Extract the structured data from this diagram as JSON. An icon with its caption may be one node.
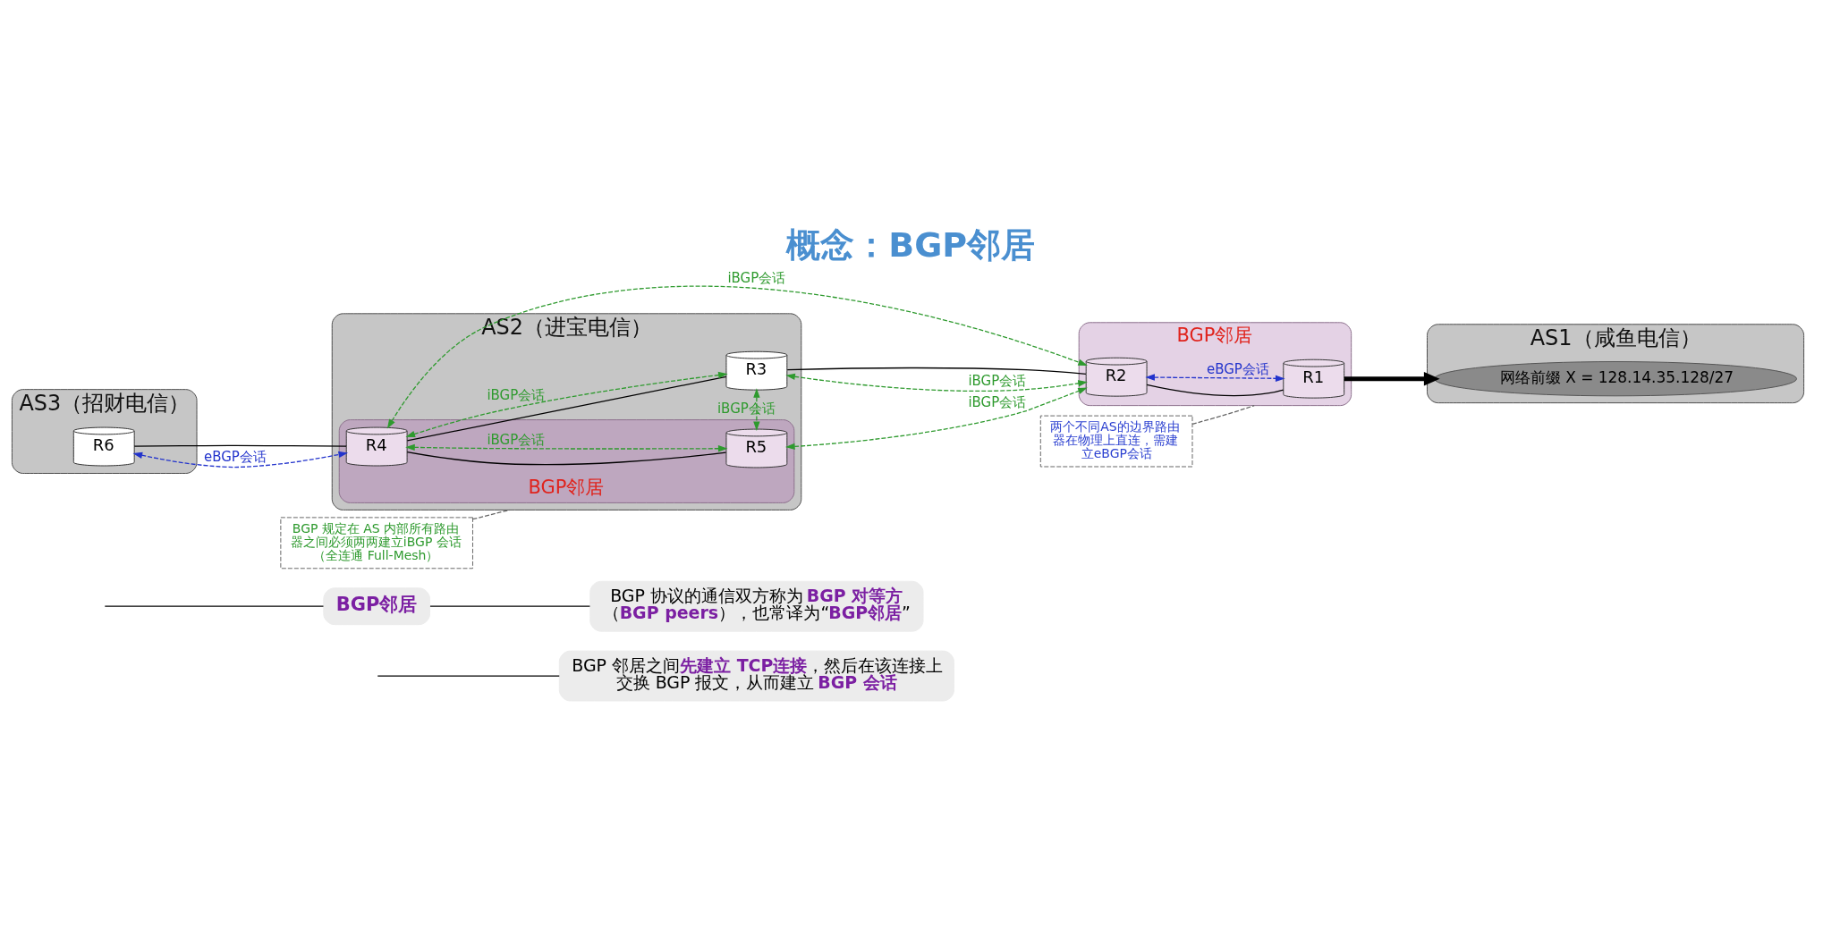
{
  "diagram": {
    "title": "概念：BGP邻居",
    "nodes": [
      {
        "text": [
          "AS3（招财电信）"
        ]
      },
      {
        "text": [
          "R6"
        ],
        "in": 0
      },
      {
        "text": [
          "AS2（进宝电信）"
        ]
      },
      {
        "text": [
          "R3"
        ],
        "in": 2
      },
      {
        "text": [
          "BGP邻居"
        ],
        "in": 2
      },
      {
        "text": [
          "R4"
        ],
        "in": 4
      },
      {
        "text": [
          "R5"
        ],
        "in": 4
      },
      {
        "text": [
          "BGP邻居"
        ]
      },
      {
        "text": [
          "R2"
        ],
        "in": 7
      },
      {
        "text": [
          "R1"
        ],
        "in": 7
      },
      {
        "text": [
          "AS1（咸鱼电信）"
        ]
      },
      {
        "text": [
          "网络前缀 X = 128.14.35.128/27"
        ],
        "in": 10
      },
      {
        "text": [
          "BGP 规定在 AS 内部所有路由器之间必须两两建立iBGP 会话（全连通 Full-Mesh）"
        ]
      },
      {
        "text": [
          "两个不同AS的边界路由器在物理上直连，需建立eBGP会话"
        ]
      },
      {
        "text": [
          "BGP邻居"
        ]
      },
      {
        "text": [
          "BGP 协议的通信双方称为 **BGP 对等方**（**BGP peers**），也常译为“**BGP邻居**”"
        ]
      },
      {
        "text": [
          "BGP 邻居之间**先建立 TCP连接**，然后在该连接上交换 BGP 报文，从而建立 **BGP 会话**"
        ]
      }
    ],
    "edges": [
      {
        "from": 1,
        "to": 5,
        "arrow": "none"
      },
      {
        "from": 1,
        "to": 5,
        "arrow": "both",
        "label": "eBGP会话",
        "style": "dashed",
        "color": "#2233cc"
      },
      {
        "from": 5,
        "to": 3,
        "arrow": "none"
      },
      {
        "from": 5,
        "to": 6,
        "arrow": "none"
      },
      {
        "from": 3,
        "to": 8,
        "arrow": "none"
      },
      {
        "from": 8,
        "to": 9,
        "arrow": "none"
      },
      {
        "from": 5,
        "to": 3,
        "arrow": "both",
        "label": "iBGP会话",
        "style": "dashed",
        "color": "#2e9a2e"
      },
      {
        "from": 3,
        "to": 6,
        "arrow": "both",
        "label": "iBGP会话",
        "style": "dashed",
        "color": "#2e9a2e"
      },
      {
        "from": 3,
        "to": 8,
        "arrow": "both",
        "label": "iBGP会话",
        "style": "dashed",
        "color": "#2e9a2e"
      },
      {
        "from": 5,
        "to": 8,
        "arrow": "both",
        "label": "iBGP会话",
        "style": "dashed",
        "color": "#2e9a2e"
      },
      {
        "from": 5,
        "to": 6,
        "arrow": "both",
        "label": "iBGP会话",
        "style": "dashed",
        "color": "#2e9a2e"
      },
      {
        "from": 6,
        "to": 8,
        "arrow": "both",
        "label": "iBGP会话",
        "style": "dashed",
        "color": "#2e9a2e"
      },
      {
        "from": 8,
        "to": 9,
        "arrow": "both",
        "label": "eBGP会话",
        "style": "dashed",
        "color": "#2233cc"
      },
      {
        "from": 9,
        "to": 11,
        "arrow": "to",
        "style": "thick"
      },
      {
        "from": 12,
        "to": 2,
        "arrow": "none",
        "style": "dashed",
        "color": "#666666"
      },
      {
        "from": 13,
        "to": 7,
        "arrow": "none",
        "style": "dashed",
        "color": "#666666"
      },
      {
        "from": null,
        "to": 14,
        "arrow": "none"
      },
      {
        "from": 14,
        "to": 15,
        "arrow": "none"
      },
      {
        "from": null,
        "to": 16,
        "arrow": "none"
      }
    ]
  }
}
